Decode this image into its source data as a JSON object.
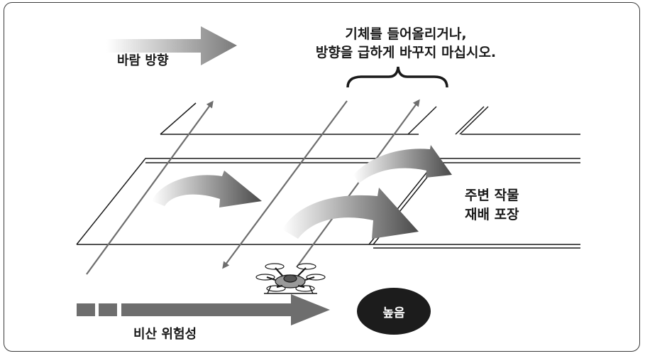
{
  "labels": {
    "wind_direction": "바람 방향",
    "warning_line1": "기체를 들어올리거나,",
    "warning_line2": "방향을 급하게 바꾸지 마십시오.",
    "adjacent_field_line1": "주변 작물",
    "adjacent_field_line2": "재배 포장",
    "drift_risk": "비산 위험성",
    "risk_level": "높음"
  },
  "colors": {
    "outline": "#1a1a1a",
    "arrow_gray": "#6e6e6e",
    "badge_fill": "#1c1c1c",
    "badge_text": "#ffffff"
  },
  "icons": {
    "wind": "gradient-arrow-right",
    "aircraft": "hexacopter-drone-icon",
    "risk": "segmented-arrow-right"
  }
}
